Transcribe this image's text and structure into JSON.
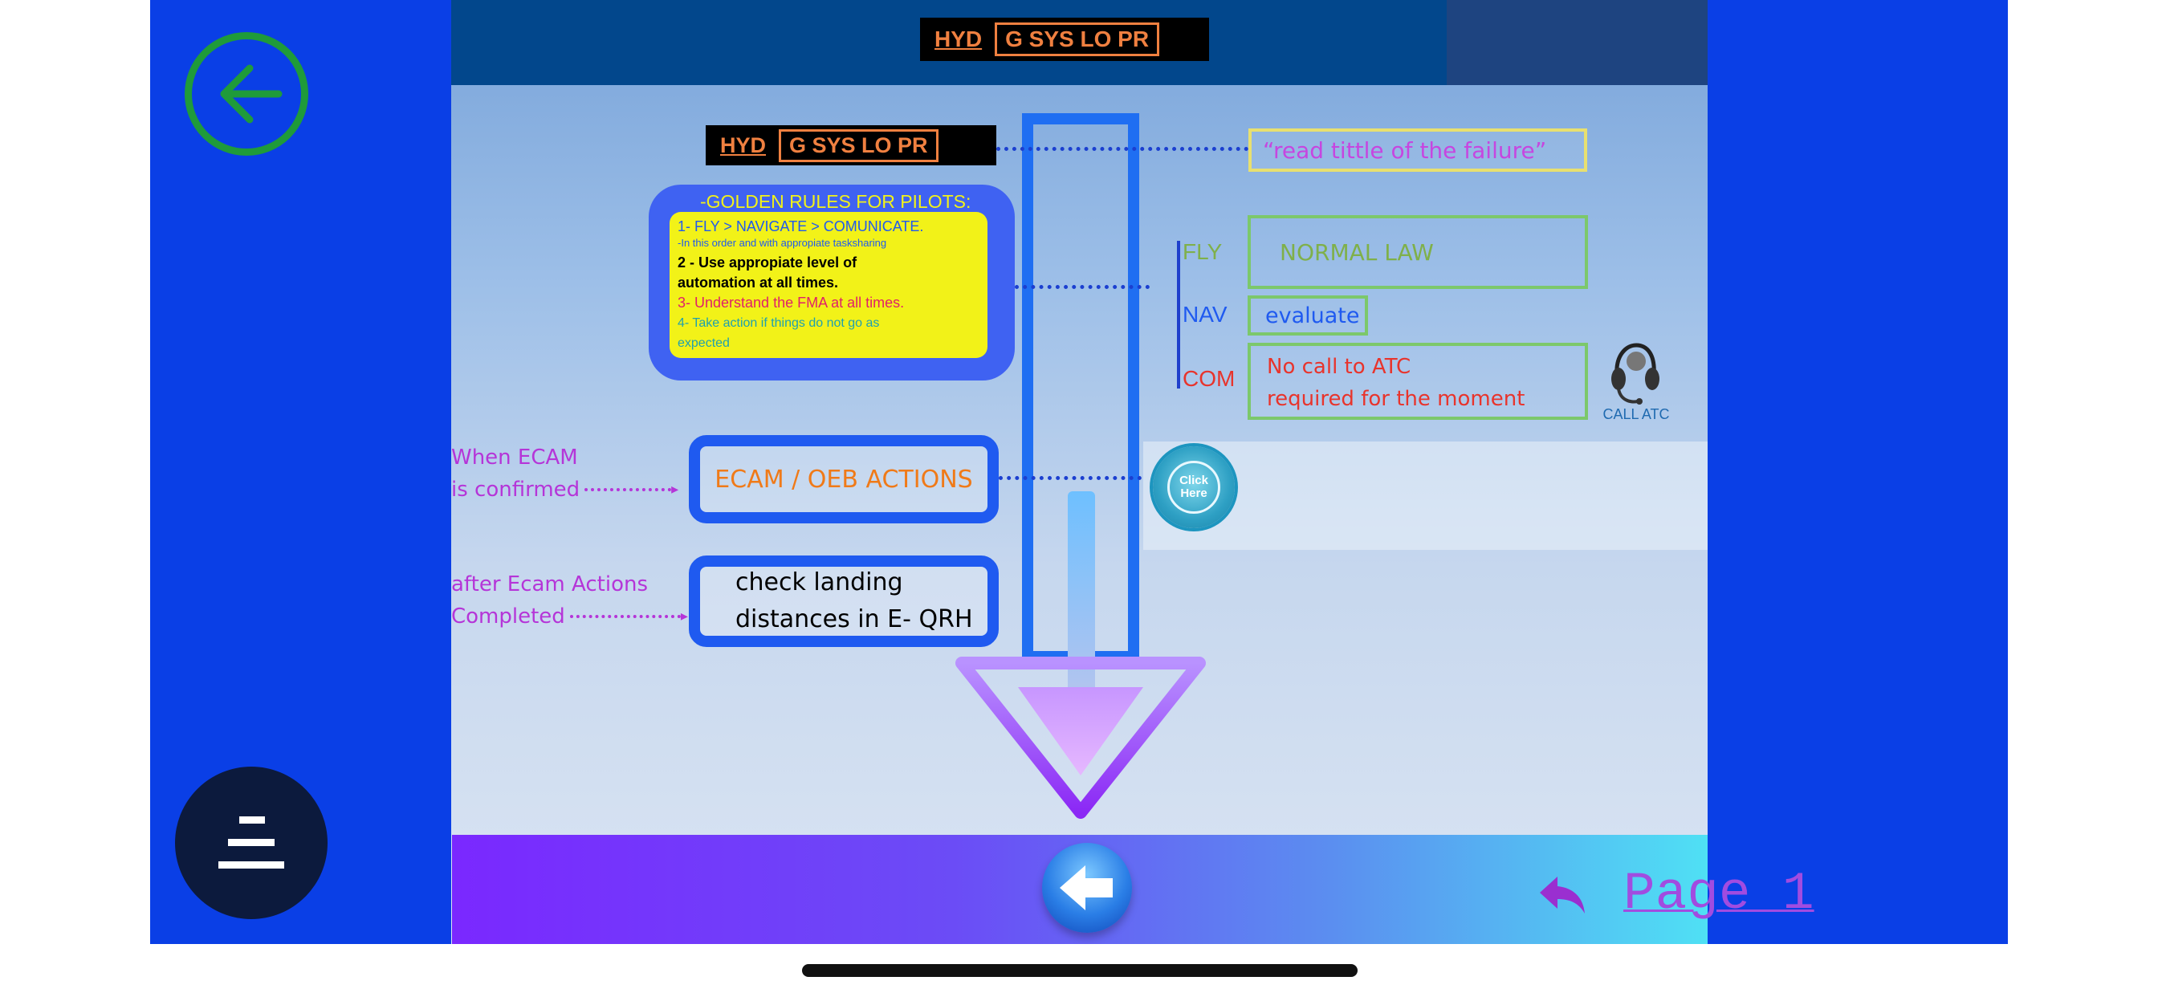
{
  "slide": {
    "header_badge": {
      "hyd": "HYD",
      "sys": "G SYS LO PR"
    },
    "title_badge": {
      "hyd": "HYD",
      "sys": "G SYS LO PR"
    },
    "read_title_callout": "“read tittle of the failure”",
    "golden_rules": {
      "heading": "-GOLDEN RULES FOR PILOTS:",
      "rule1": "1- FLY > NAVIGATE > COMUNICATE.",
      "rule1_sub": "-In this order and with appropiate tasksharing",
      "rule2_line1": "2 - Use appropiate level of",
      "rule2_line2": "automation at all times.",
      "rule3": "3- Understand the FMA at all times.",
      "rule4_line1": "4- Take action if things do not go as",
      "rule4_line2": "expected"
    },
    "fnc": {
      "fly_label": "FLY",
      "fly_value": "NORMAL LAW",
      "nav_label": "NAV",
      "nav_value": "evaluate",
      "com_label": "COM",
      "com_line1": "No call to ATC",
      "com_line2": "required for the moment",
      "call_atc": "CALL ATC"
    },
    "when_ecam": {
      "line1": "When ECAM",
      "line2": "is confirmed"
    },
    "ecam_actions": "ECAM / OEB ACTIONS",
    "click_here": {
      "line1": "Click",
      "line2": "Here"
    },
    "after_ecam": {
      "line1": "after Ecam Actions",
      "line2": "Completed"
    },
    "check_landing": {
      "line1": "check landing",
      "line2": "distances in E- QRH"
    },
    "page_link": "Page 1"
  },
  "icons": {
    "back": "arrow-left-icon",
    "menu": "hamburger-menu-icon",
    "headset": "headset-icon",
    "reply": "reply-arrow-icon",
    "nav_back": "nav-back-button"
  },
  "colors": {
    "frame_blue": "#0a3fe6",
    "header_navy": "#02478c",
    "badge_orange": "#f08040",
    "rules_yellow": "#f2f218",
    "ecam_orange": "#f07a18",
    "com_red": "#e8342c",
    "fly_green": "#7fb04a",
    "accent_purple": "#b535d8"
  }
}
